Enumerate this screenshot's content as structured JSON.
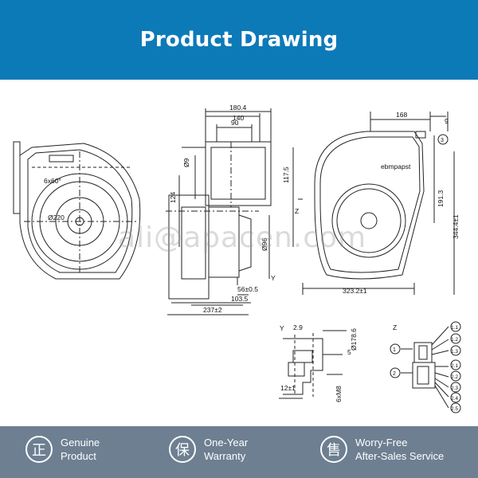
{
  "header": {
    "title": "Product Drawing"
  },
  "watermark": "ali@apacen.com",
  "drawing": {
    "dims": {
      "d180": "180.4",
      "d140": "140",
      "d90": "90",
      "d9": "Ø9",
      "d1175": "117.5",
      "d124": "124",
      "d96": "Ø96",
      "d56": "56±0.5",
      "d1035": "103.5",
      "d237": "237±2",
      "d6x60": "6x60°",
      "d220": "Ø220",
      "d168": "168",
      "d9b": "9",
      "d1913": "191.3",
      "d3444": "344.4±1",
      "d3232": "323.2±1",
      "brand": "ebmpapst",
      "y": "Y",
      "z": "Z",
      "ylabel": "Y",
      "d29": "2.9",
      "d1786": "Ø178.6",
      "d5": "5",
      "d12": "12±1",
      "m8": "6xM8",
      "zlabel": "Z",
      "c1": "1",
      "c2": "2",
      "c3": "3",
      "p11": "1.1",
      "p12": "1.2",
      "p13": "1.3",
      "p21": "2.1",
      "p22": "2.2",
      "p23": "2.3",
      "p24": "2.4",
      "p25": "2.5"
    }
  },
  "footer": {
    "items": [
      {
        "icon": "正",
        "line1": "Genuine",
        "line2": "Product"
      },
      {
        "icon": "保",
        "line1": "One-Year",
        "line2": "Warranty"
      },
      {
        "icon": "售",
        "line1": "Worry-Free",
        "line2": "After-Sales Service"
      }
    ]
  }
}
